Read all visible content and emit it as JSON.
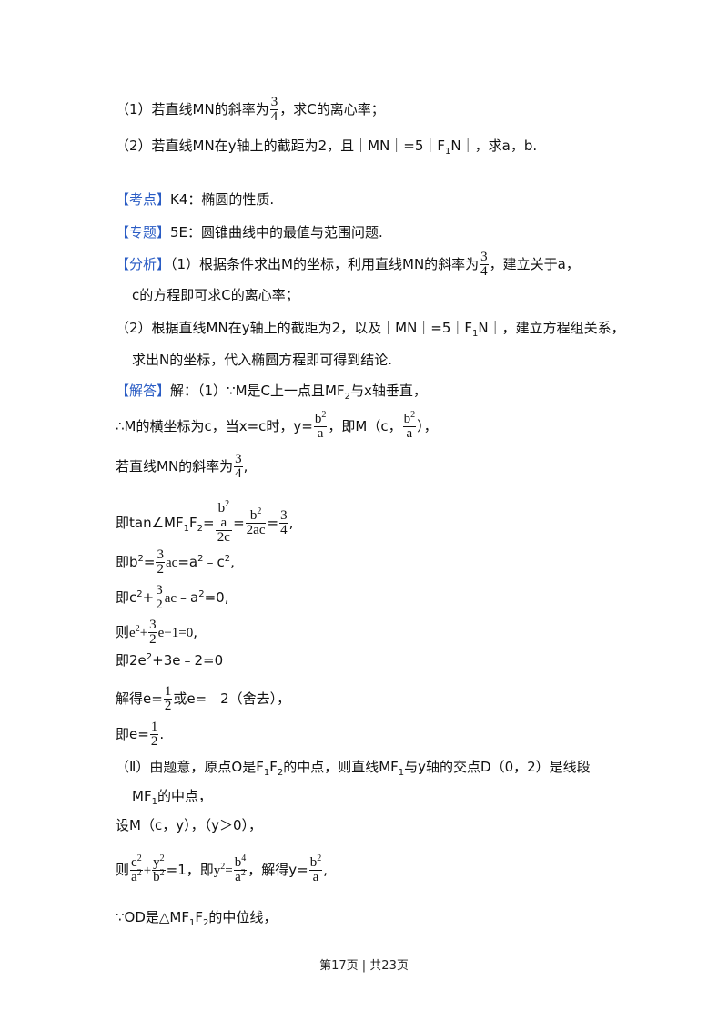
{
  "q1": [
    "（1）若直线MN的斜率为",
    "3",
    "4",
    "，求C的离心率；"
  ],
  "q2": [
    "（2）若直线MN在y轴上的截距为2，且｜MN｜=5｜F",
    "1",
    "N｜，求a，b."
  ],
  "kaodian": [
    "【考点】",
    "K4：椭圆的性质."
  ],
  "zhuanti": [
    "【专题】",
    "5E：圆锥曲线中的最值与范围问题."
  ],
  "fenxi": [
    "【分析】",
    "（1）根据条件求出M的坐标，利用直线MN的斜率为",
    "3",
    "4",
    "，建立关于a，"
  ],
  "fenxi2": "c的方程即可求C的离心率；",
  "fenxi3": [
    "（2）根据直线MN在y轴上的截距为2，以及｜MN｜=5｜F",
    "1",
    "N｜，建立方程组关系，"
  ],
  "fenxi4": "求出N的坐标，代入椭圆方程即可得到结论.",
  "jieda": [
    "【解答】",
    "解：（1）∵M是C上一点且MF",
    "2",
    "与x轴垂直，"
  ],
  "l_m": [
    "∴M的横坐标为c，当x=c时，y=",
    "b",
    "2",
    "a",
    "，即M（c，",
    "b",
    "2",
    "a",
    "），"
  ],
  "l_slope": [
    "若直线MN的斜率为",
    "3",
    "4",
    ","
  ],
  "l_tan": [
    "即tan∠MF",
    "1",
    "F",
    "2",
    "=",
    "b",
    "2",
    "a",
    "2c",
    "=",
    "b",
    "2",
    "2ac",
    "=",
    "3",
    "4",
    ","
  ],
  "l_b2": [
    "即b",
    "2",
    "=",
    "3",
    "2",
    "ac",
    "=a",
    "2",
    "﹣c",
    "2",
    ","
  ],
  "l_c2": [
    "即c",
    "2",
    "+",
    "3",
    "2",
    "ac",
    "﹣a",
    "2",
    "=0,"
  ],
  "l_e": [
    "则",
    "e",
    "2",
    "+",
    "3",
    "2",
    "e−1=0",
    ","
  ],
  "l_2e": [
    "即2e",
    "2",
    "+3e﹣2=0"
  ],
  "l_sol": [
    "解得e=",
    "1",
    "2",
    "或e=﹣2（舍去），"
  ],
  "l_ans": [
    "即e=",
    "1",
    "2",
    "."
  ],
  "p2a": [
    "（Ⅱ）由题意，原点O是F",
    "1",
    "F",
    "2",
    "的中点，则直线MF",
    "1",
    "与y轴的交点D（0，2）是线段"
  ],
  "p2b": [
    "MF",
    "1",
    "的中点，"
  ],
  "p2c": "设M（c，y），（y＞0），",
  "p2d": [
    "则",
    "c",
    "2",
    "a",
    "2",
    "+",
    "y",
    "2",
    "b",
    "2",
    "=1，即",
    "y",
    "2",
    "=",
    "b",
    "4",
    "a",
    "2",
    "，解得y=",
    "b",
    "2",
    "a",
    ","
  ],
  "p2e": [
    "∵OD是△MF",
    "1",
    "F",
    "2",
    "的中位线，"
  ],
  "footer": "第17页 | 共23页"
}
